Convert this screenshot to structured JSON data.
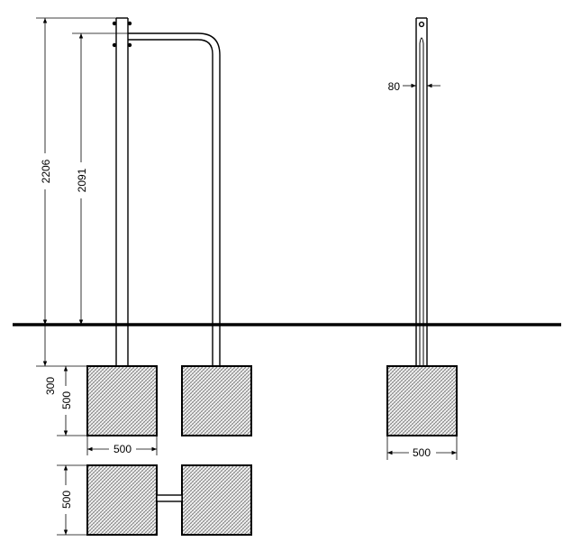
{
  "drawing": {
    "dimensions": {
      "total_height": "2206",
      "arm_height": "2091",
      "depth": "300",
      "foundation_height": "500",
      "foundation_width_front": "500",
      "foundation_width_side": "500",
      "foundation_height_plan": "500",
      "post_width": "80"
    }
  }
}
